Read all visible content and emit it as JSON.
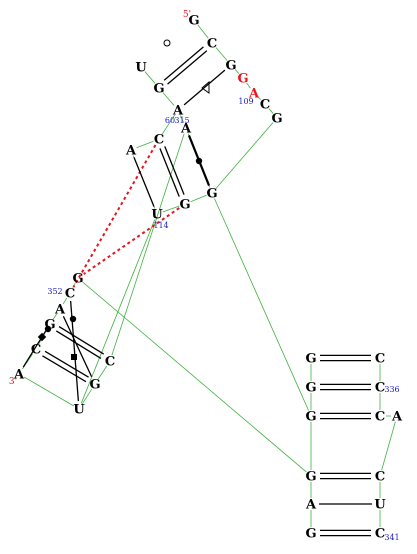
{
  "diagram": {
    "colors": {
      "base": "#000000",
      "highlight": "#e8141a",
      "numbers": "#1a1ac8",
      "backbone": "#3fb23f",
      "interaction": "#e8141a",
      "pair": "#000000"
    },
    "nucleotides": [
      {
        "id": "n1",
        "letter": "G",
        "role": "base"
      },
      {
        "id": "n2",
        "letter": "C",
        "role": "base"
      },
      {
        "id": "n3",
        "letter": "U",
        "role": "base"
      },
      {
        "id": "n4",
        "letter": "G",
        "role": "base"
      },
      {
        "id": "n5",
        "letter": "G",
        "role": "base"
      },
      {
        "id": "n6",
        "letter": "G",
        "role": "highlight"
      },
      {
        "id": "n7",
        "letter": "A",
        "role": "highlight"
      },
      {
        "id": "n8",
        "letter": "C",
        "role": "base"
      },
      {
        "id": "n9",
        "letter": "A",
        "role": "base"
      },
      {
        "id": "n10",
        "letter": "G",
        "role": "base"
      },
      {
        "id": "n11",
        "letter": "A",
        "role": "base"
      },
      {
        "id": "n12",
        "letter": "C",
        "role": "base"
      },
      {
        "id": "n13",
        "letter": "A",
        "role": "base"
      },
      {
        "id": "n14",
        "letter": "U",
        "role": "base"
      },
      {
        "id": "n15",
        "letter": "G",
        "role": "base"
      },
      {
        "id": "n16",
        "letter": "G",
        "role": "base"
      },
      {
        "id": "n17",
        "letter": "G",
        "role": "base"
      },
      {
        "id": "n18",
        "letter": "C",
        "role": "base"
      },
      {
        "id": "n19",
        "letter": "A",
        "role": "base"
      },
      {
        "id": "n20",
        "letter": "G",
        "role": "base"
      },
      {
        "id": "n21",
        "letter": "C",
        "role": "base"
      },
      {
        "id": "n22",
        "letter": "C",
        "role": "base"
      },
      {
        "id": "n23",
        "letter": "A",
        "role": "base"
      },
      {
        "id": "n24",
        "letter": "G",
        "role": "base"
      },
      {
        "id": "n25",
        "letter": "U",
        "role": "base"
      },
      {
        "id": "n26",
        "letter": "G",
        "role": "base"
      },
      {
        "id": "n27",
        "letter": "C",
        "role": "base"
      },
      {
        "id": "n28",
        "letter": "G",
        "role": "base"
      },
      {
        "id": "n29",
        "letter": "C",
        "role": "base"
      },
      {
        "id": "n30",
        "letter": "G",
        "role": "base"
      },
      {
        "id": "n31",
        "letter": "C",
        "role": "base"
      },
      {
        "id": "n32",
        "letter": "A",
        "role": "base"
      },
      {
        "id": "n33",
        "letter": "G",
        "role": "base"
      },
      {
        "id": "n34",
        "letter": "C",
        "role": "base"
      },
      {
        "id": "n35",
        "letter": "A",
        "role": "base"
      },
      {
        "id": "n36",
        "letter": "U",
        "role": "base"
      },
      {
        "id": "n37",
        "letter": "G",
        "role": "base"
      },
      {
        "id": "n38",
        "letter": "C",
        "role": "base"
      }
    ],
    "end_labels": [
      {
        "id": "e1",
        "text": "5'"
      },
      {
        "id": "e2",
        "text": "3'"
      }
    ],
    "position_labels": [
      {
        "id": "p1",
        "text": "109"
      },
      {
        "id": "p2",
        "text": "60"
      },
      {
        "id": "p3",
        "text": "315"
      },
      {
        "id": "p4",
        "text": "114"
      },
      {
        "id": "p5",
        "text": "352"
      },
      {
        "id": "p6",
        "text": "336"
      },
      {
        "id": "p7",
        "text": "341"
      }
    ]
  }
}
